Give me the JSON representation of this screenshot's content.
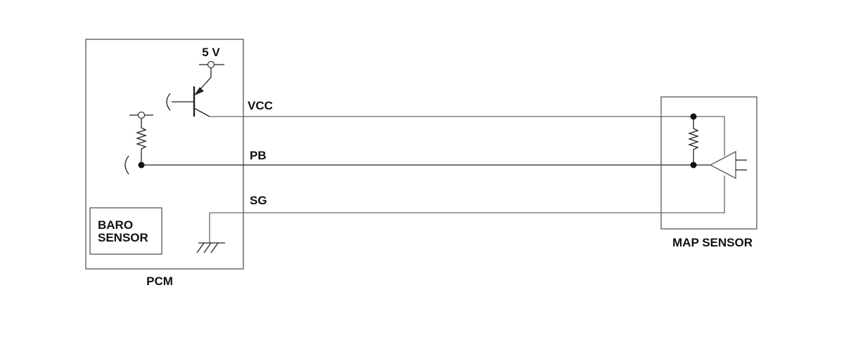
{
  "labels": {
    "supply_voltage": "5 V",
    "vcc": "VCC",
    "pb": "PB",
    "sg": "SG",
    "baro_line1": "BARO",
    "baro_line2": "SENSOR",
    "pcm": "PCM",
    "map_sensor": "MAP SENSOR"
  },
  "colors": {
    "wire": "#666666",
    "box": "#555555",
    "text": "#111111"
  }
}
